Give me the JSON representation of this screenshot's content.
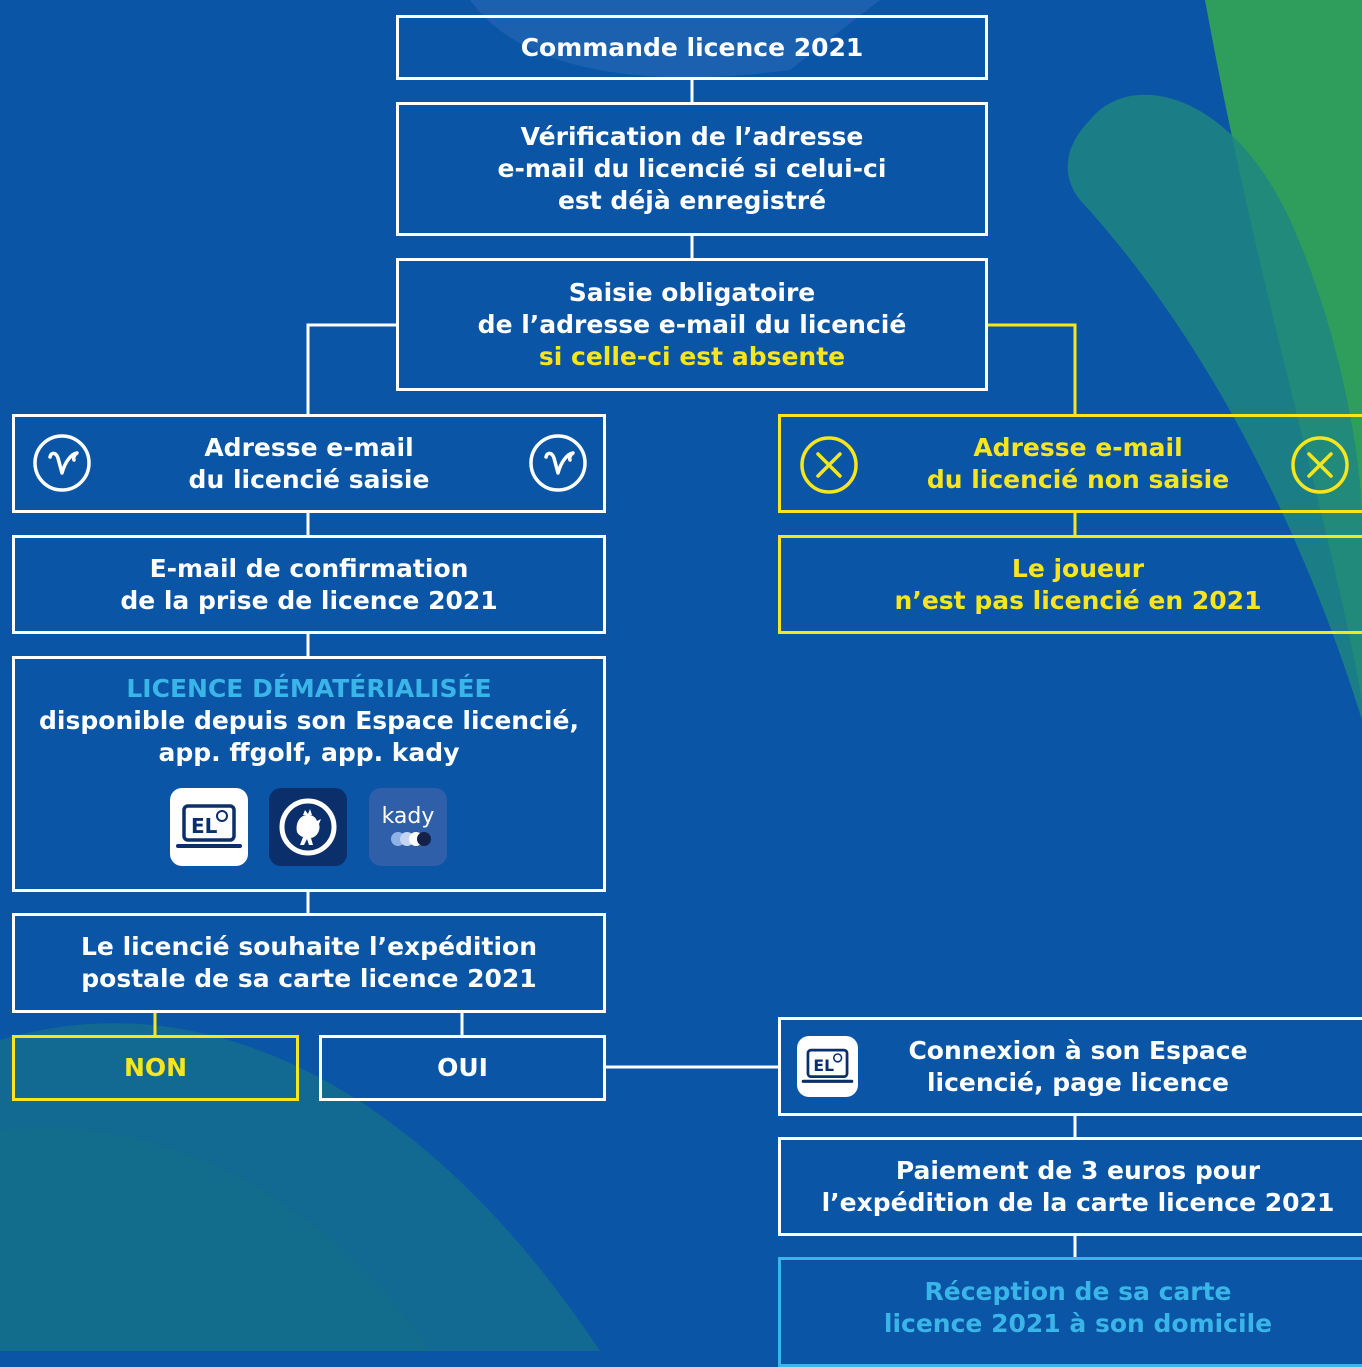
{
  "colors": {
    "background": "#0a55a6",
    "white": "#ffffff",
    "yellow": "#f7e51d",
    "cyan": "#3ab5e8",
    "green": "#2f9e5c"
  },
  "steps": {
    "order": "Commande licence 2021",
    "verify": [
      "Vérification de l’adresse",
      "e-mail du licencié si celui-ci",
      "est déjà enregistré"
    ],
    "mandatory": [
      "Saisie obligatoire",
      "de l’adresse e-mail du licencié"
    ],
    "mandatory_highlight": "si celle-ci est absente",
    "email_entered": [
      "Adresse e-mail",
      "du licencié saisie"
    ],
    "email_not_entered": [
      "Adresse e-mail",
      "du licencié non saisie"
    ],
    "confirmation": [
      "E-mail de confirmation",
      "de la prise de licence 2021"
    ],
    "not_licensed": [
      "Le joueur",
      "n’est pas licencié en 2021"
    ],
    "digital_title": "LICENCE DÉMATÉRIALISÉE",
    "digital_body": [
      "disponible depuis son Espace licencié,",
      "app. ffgolf, app. kady"
    ],
    "postal": [
      "Le licencié souhaite l’expédition",
      "postale de sa carte licence 2021"
    ],
    "no": "NON",
    "yes": "OUI",
    "connect": [
      "Connexion à son Espace",
      "licencié, page licence"
    ],
    "payment": [
      "Paiement de 3 euros pour",
      "l’expédition de la carte licence 2021"
    ],
    "reception": [
      "Réception de sa carte",
      "licence 2021 à son domicile"
    ]
  },
  "apps": {
    "espace_label": "EL",
    "kady_label": "kady"
  },
  "icons": [
    "check-circle-icon",
    "close-circle-icon",
    "espace-licencie-icon",
    "ffgolf-rooster-icon",
    "kady-app-icon"
  ]
}
